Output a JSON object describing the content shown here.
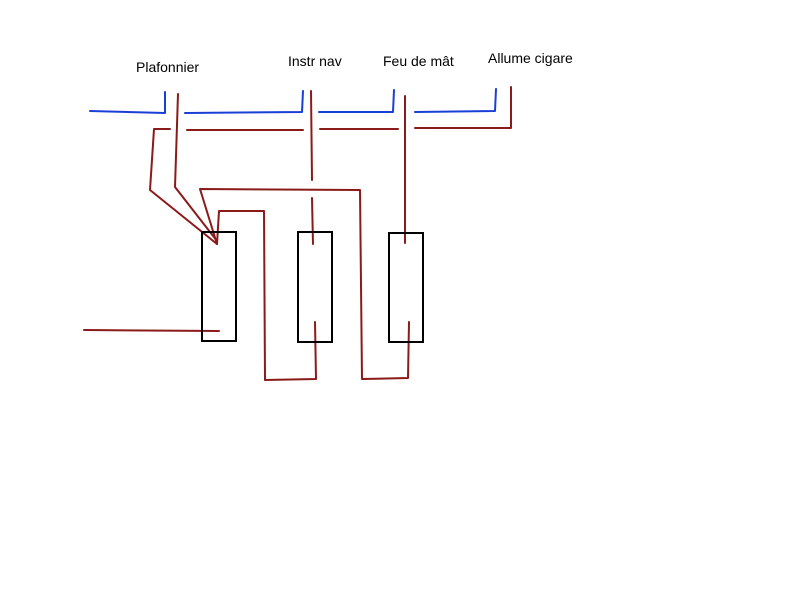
{
  "labels": {
    "plafonnier": "Plafonnier",
    "instr_nav": "Instr nav",
    "feu_de_mat": "Feu de mât",
    "allume_cigare": "Allume cigare"
  },
  "colors": {
    "negative_wire": "#1a3fd6",
    "positive_wire": "#8b1a1a",
    "fuse_outline": "#000000",
    "background": "#ffffff"
  }
}
